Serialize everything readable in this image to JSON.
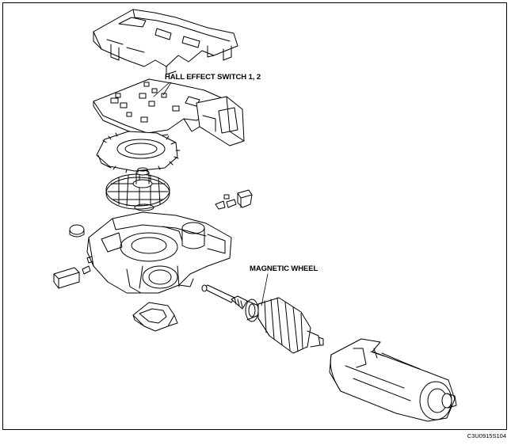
{
  "labels": {
    "hall_effect_switch": "HALL EFFECT SWITCH 1, 2",
    "magnetic_wheel": "MAGNETIC WHEEL"
  },
  "figure_code": "C3U0915S104"
}
